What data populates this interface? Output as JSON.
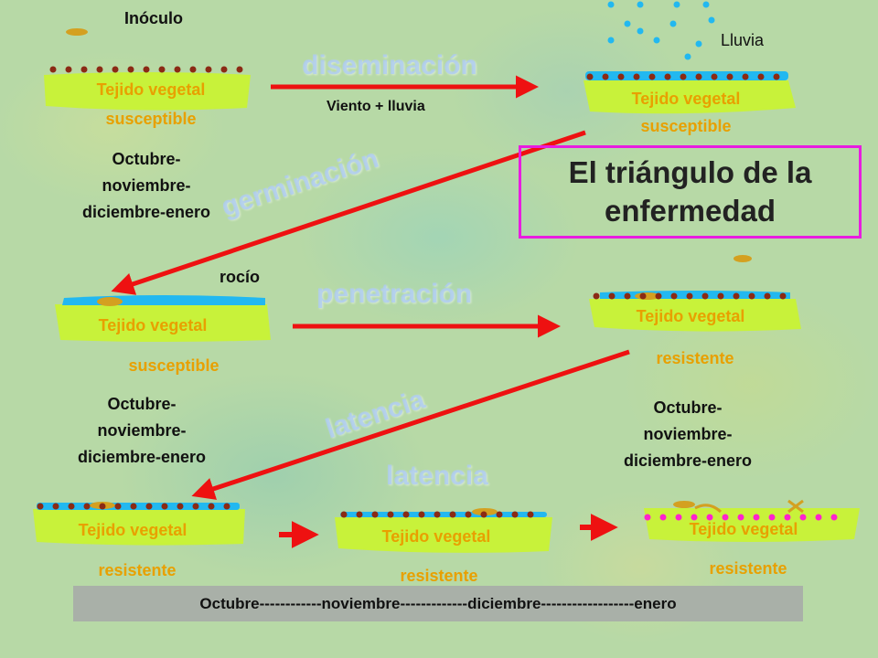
{
  "stage1": {
    "label_inoculum": "Inóculo",
    "tissue_line1": "Tejido vegetal",
    "tissue_line2": "susceptible",
    "months": [
      "Octubre-",
      "noviembre-",
      "diciembre-enero"
    ]
  },
  "process_dissemination": {
    "label": "diseminación",
    "caption": "Viento + lluvia"
  },
  "stage2": {
    "label_rain": "Lluvia",
    "tissue_line1": "Tejido vegetal",
    "tissue_line2": "susceptible"
  },
  "title_box": {
    "line1": "El triángulo de la",
    "line2": "enfermedad"
  },
  "process_germination": {
    "label": "germinación"
  },
  "stage3": {
    "label_dew": "rocío",
    "tissue_line1": "Tejido vegetal",
    "below": "susceptible",
    "months": [
      "Octubre-",
      "noviembre-",
      "diciembre-enero"
    ]
  },
  "process_penetration": {
    "label": "penetración"
  },
  "stage4": {
    "tissue_line1": "Tejido vegetal",
    "below": "resistente",
    "months": [
      "Octubre-",
      "noviembre-",
      "diciembre-enero"
    ]
  },
  "process_latency": {
    "label_a": "latencia",
    "label_b": "latencia"
  },
  "stage5": {
    "tissue_line1": "Tejido vegetal",
    "below": "resistente"
  },
  "stage6": {
    "tissue_line1": "Tejido vegetal",
    "below": "resistente"
  },
  "stage7": {
    "tissue_line1": "Tejido vegetal",
    "below": "resistente"
  },
  "timeline": {
    "text": "Octubre------------noviembre-------------diciembre------------------enero"
  },
  "colors": {
    "tissue_fill": "#c8f23a",
    "tissue_text": "#e8a000",
    "dot": "#8b2a14",
    "water": "#22b8f0",
    "arrow": "#ee1111",
    "title_border": "#e81ce0",
    "spore": "#d4a020",
    "dot_infected": "#ff22cc"
  }
}
